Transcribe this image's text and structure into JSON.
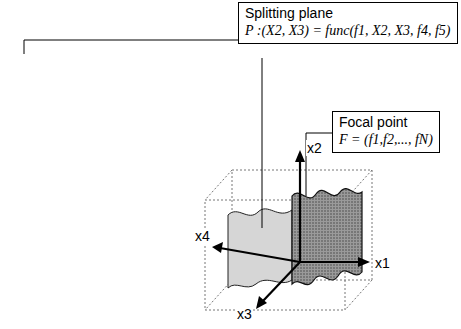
{
  "diagram": {
    "nodes": [
      {
        "text": [
          "Splitting plane",
          "P :(X2, X3) = func(f1, X2, X3, f4, f5)"
        ]
      },
      {
        "text": [
          "Focal point",
          "F = (f1,f2,..., fN)"
        ]
      }
    ],
    "labels": [
      "x2",
      "x4",
      "x1",
      "x3"
    ]
  }
}
